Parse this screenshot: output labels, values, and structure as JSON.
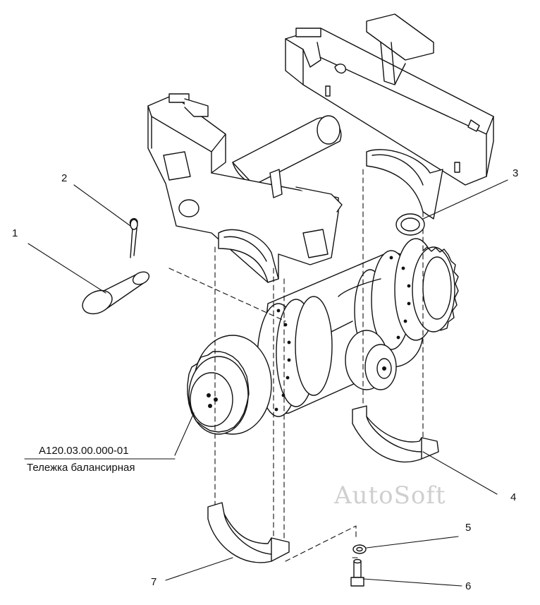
{
  "colors": {
    "line": "#111111",
    "fill": "#ffffff",
    "shade": "#d8d8d8",
    "watermark": "#cfcfcf"
  },
  "callouts": {
    "c1": "1",
    "c2": "2",
    "c3": "3",
    "c4": "4",
    "c5": "5",
    "c6": "6",
    "c7": "7"
  },
  "caption": {
    "part_number": "А120.03.00.000-01",
    "part_name": "Тележка балансирная"
  },
  "watermark": "AutoSoft"
}
